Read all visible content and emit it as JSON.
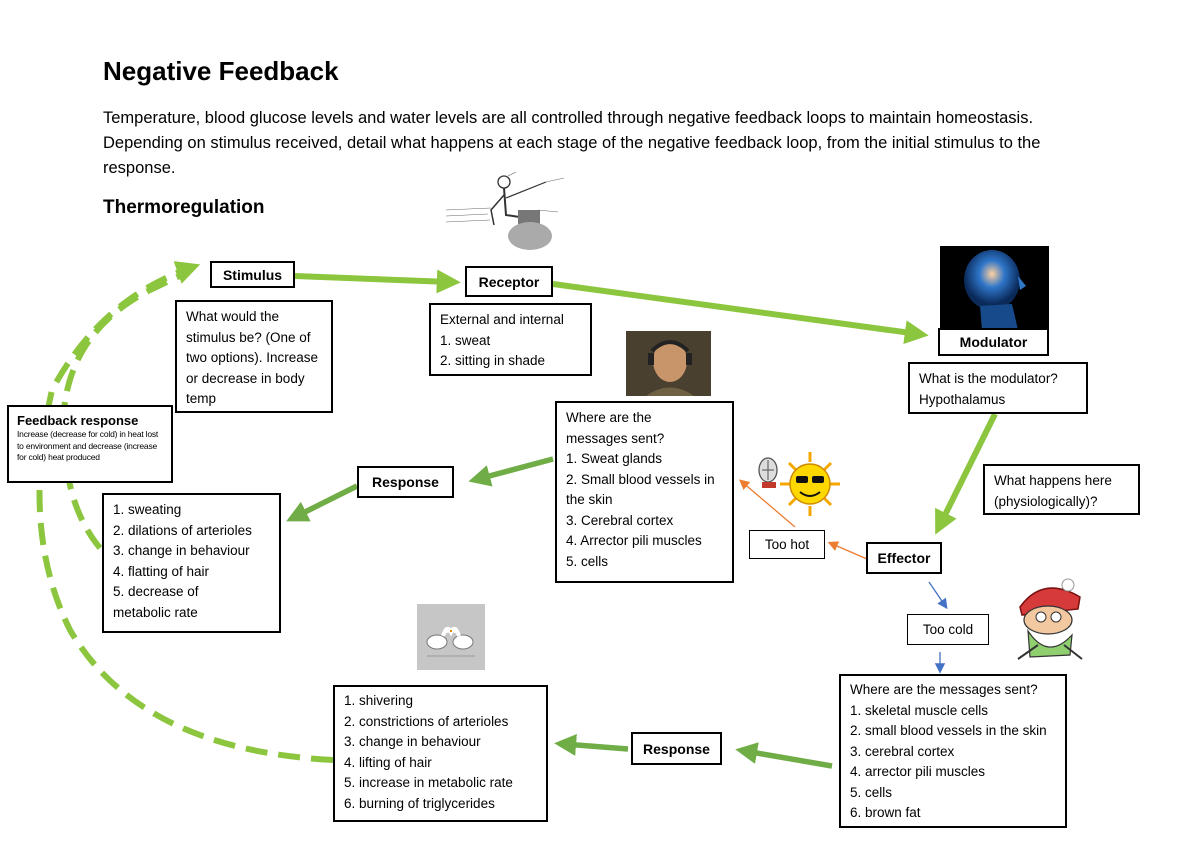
{
  "heading": "Negative Feedback",
  "intro": "Temperature, blood glucose levels and water levels are all controlled through negative feedback loops to maintain homeostasis. Depending on stimulus received, detail what happens at each stage of the negative feedback loop, from the initial stimulus to the response.",
  "subheading": "Thermoregulation",
  "stimulus": {
    "label": "Stimulus",
    "note": "What would the stimulus be? (One of two options). Increase or decrease in body temp"
  },
  "receptor": {
    "label": "Receptor",
    "lines": [
      "External and internal",
      "1. sweat",
      "2. sitting in shade"
    ]
  },
  "modulator": {
    "label": "Modulator",
    "lines": [
      "What is the modulator?",
      "Hypothalamus"
    ]
  },
  "effector": {
    "label": "Effector",
    "question_lines": [
      "What happens here",
      "(physiologically)?"
    ]
  },
  "too_hot": "Too hot",
  "too_cold": "Too cold",
  "hot_messages": {
    "lines": [
      "Where are the",
      "messages sent?",
      "1. Sweat glands",
      "2. Small blood vessels in",
      "the skin",
      "3. Cerebral cortex",
      "4. Arrector pili muscles",
      "5. cells"
    ]
  },
  "cold_messages": {
    "lines": [
      "Where are the messages sent?",
      "1. skeletal muscle cells",
      "2. small blood vessels in the skin",
      "3. cerebral cortex",
      "4. arrector pili muscles",
      "5. cells",
      "6. brown fat"
    ]
  },
  "response_top": {
    "label": "Response",
    "lines": [
      "1.  sweating",
      "2. dilations of arterioles",
      "3. change in behaviour",
      "4. flatting of hair",
      "5. decrease of",
      "metabolic rate"
    ]
  },
  "response_bottom": {
    "label": "Response",
    "lines": [
      "1. shivering",
      "2. constrictions of arterioles",
      "3. change in behaviour",
      "4. lifting of hair",
      "5. increase in metabolic rate",
      "6. burning of triglycerides"
    ]
  },
  "feedback": {
    "label": "Feedback response",
    "text": "Increase (decrease for cold) in heat lost to environment and decrease (increase for cold) heat produced"
  },
  "colors": {
    "green_arrow": "#8cc63e",
    "dark_green_arrow": "#70ad47",
    "orange_arrow": "#ed7d31",
    "blue_arrow": "#4472c4"
  },
  "images": [
    "sitting-man-figure",
    "brain-scan-head",
    "pilot-portrait",
    "sun-with-fan",
    "cold-person-cartoon",
    "geese-picture"
  ]
}
